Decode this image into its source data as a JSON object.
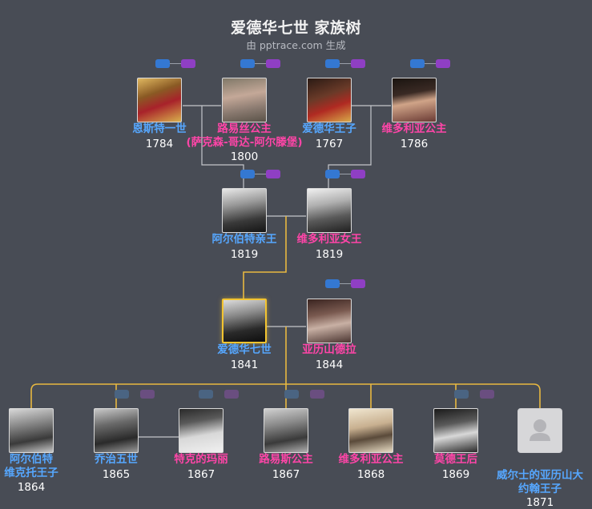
{
  "header": {
    "title": "爱德华七世 家族树",
    "subtitle": "由 pptrace.com 生成"
  },
  "people": {
    "ernest": {
      "name": "恩斯特一世",
      "year": "1784"
    },
    "louise": {
      "name": "路易丝公主",
      "name2": "(萨克森-哥达-阿尔滕堡)",
      "year": "1800"
    },
    "edward_kent": {
      "name": "爱德华王子",
      "year": "1767"
    },
    "victoria_kent": {
      "name": "维多利亚公主",
      "year": "1786"
    },
    "albert": {
      "name": "阿尔伯特亲王",
      "year": "1819"
    },
    "queen_victoria": {
      "name": "维多利亚女王",
      "year": "1819"
    },
    "edward7": {
      "name": "爱德华七世",
      "year": "1841"
    },
    "alexandra": {
      "name": "亚历山德拉",
      "year": "1844"
    },
    "albert_victor": {
      "name": "阿尔伯特",
      "name2": "维克托王子",
      "year": "1864"
    },
    "george5": {
      "name": "乔治五世",
      "year": "1865"
    },
    "mary_teck": {
      "name": "特克的玛丽",
      "year": "1867"
    },
    "louise_princess": {
      "name": "路易斯公主",
      "year": "1867"
    },
    "victoria_princess": {
      "name": "维多利亚公主",
      "year": "1868"
    },
    "maud": {
      "name": "莫德王后",
      "year": "1869"
    },
    "alexander_john": {
      "name": "威尔士的亚历山大",
      "name2": "约翰王子",
      "year": "1871"
    }
  },
  "icons": {
    "expand_parents": "parents-toggle-icon",
    "expand_siblings": "siblings-toggle-icon"
  },
  "colors": {
    "male": "#56a7ff",
    "female": "#ff45a8",
    "selected": "#f3c430",
    "line": "#c4c6cb",
    "descent": "#e8b840"
  }
}
